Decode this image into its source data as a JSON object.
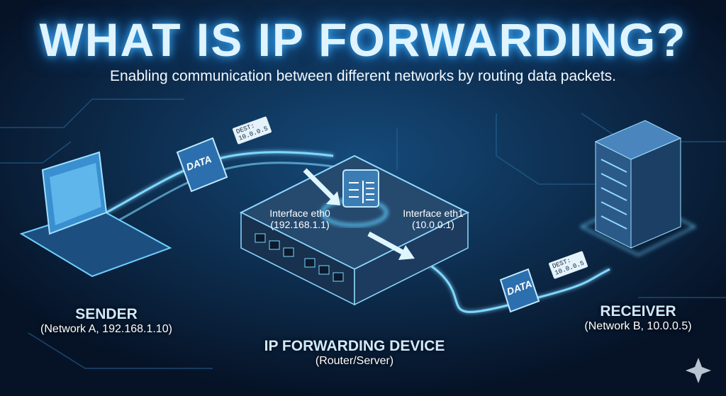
{
  "title": "WHAT IS IP FORWARDING?",
  "subtitle": "Enabling communication between different networks by routing data packets.",
  "sender": {
    "name": "SENDER",
    "detail": "(Network A, 192.168.1.10)"
  },
  "receiver": {
    "name": "RECEIVER",
    "detail": "(Network B, 10.0.0.5)"
  },
  "device": {
    "name": "IP FORWARDING DEVICE",
    "detail": "(Router/Server)"
  },
  "interfaces": [
    {
      "name": "Interface eth0",
      "ip": "(192.168.1.1)"
    },
    {
      "name": "Interface eth1",
      "ip": "(10.0.0.1)"
    }
  ],
  "packets": [
    {
      "label": "DATA",
      "dest_label": "DEST:",
      "dest_ip": "10.0.0.5"
    },
    {
      "label": "DATA",
      "dest_label": "DEST:",
      "dest_ip": "10.0.0.5"
    }
  ],
  "colors": {
    "background": "#071a33",
    "glow": "#3fb4ff",
    "title": "#dff4ff"
  }
}
